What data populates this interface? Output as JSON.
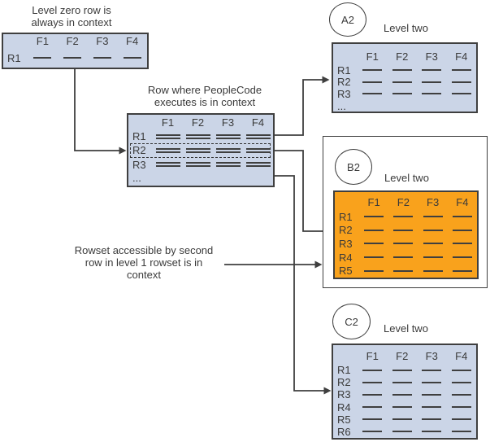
{
  "diagram": {
    "captions": {
      "level_zero": "Level zero row is\nalways in context",
      "peoplecode": "Row where PeopleCode\nexecutes is in context",
      "rowset_second_row": "Rowset accessible by second\nrow in level 1 rowset is in\ncontext"
    },
    "tables": {
      "level0": {
        "headers": [
          "F1",
          "F2",
          "F3",
          "F4"
        ],
        "rows": [
          "R1"
        ]
      },
      "level1": {
        "headers": [
          "F1",
          "F2",
          "F3",
          "F4"
        ],
        "rows": [
          "R1",
          "R2",
          "R3",
          "..."
        ],
        "highlighted_row": "R2"
      },
      "a2": {
        "badge": "A2",
        "caption": "Level two",
        "headers": [
          "F1",
          "F2",
          "F3",
          "F4"
        ],
        "rows": [
          "R1",
          "R2",
          "R3",
          "..."
        ]
      },
      "b2": {
        "badge": "B2",
        "caption": "Level two",
        "headers": [
          "F1",
          "F2",
          "F3",
          "F4"
        ],
        "rows": [
          "R1",
          "R2",
          "R3",
          "R4",
          "R5"
        ],
        "highlighted": true
      },
      "c2": {
        "badge": "C2",
        "caption": "Level two",
        "headers": [
          "F1",
          "F2",
          "F3",
          "F4"
        ],
        "rows": [
          "R1",
          "R2",
          "R3",
          "R4",
          "R5",
          "R6"
        ]
      }
    },
    "connectors": [
      {
        "from": "level0-table",
        "to": "level1-table-row-R2"
      },
      {
        "from": "level1-table-row-R1",
        "to": "a2-table"
      },
      {
        "from": "level1-table-row-R2",
        "to": "b2-table"
      },
      {
        "from": "level1-table-row-R3",
        "to": "c2-table"
      },
      {
        "from": "rowset-caption",
        "to": "b2-box"
      }
    ],
    "colors": {
      "table_fill": "#CBD5E7",
      "highlight_fill": "#F9A21C",
      "border": "#3F3F3F",
      "line": "#3F3F3F",
      "text": "#3A3A3A",
      "background": "#FFFFFF",
      "box_fill": "#FFFFFF"
    }
  }
}
